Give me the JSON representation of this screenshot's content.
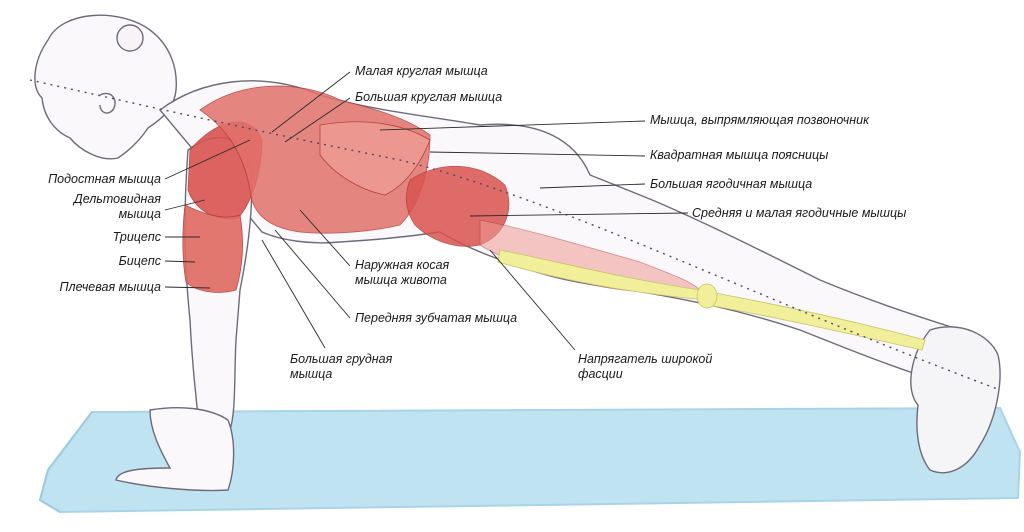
{
  "labels": {
    "teres_minor": "Малая круглая мышца",
    "teres_major": "Большая круглая мышца",
    "erector_spinae": "Мышца, выпрямляющая позвоночник",
    "quadratus_lumborum": "Квадратная мышца поясницы",
    "gluteus_maximus": "Большая ягодичная мышца",
    "gluteus_med_min": "Средняя и малая ягодичные мышцы",
    "infraspinatus": "Подостная мышца",
    "deltoid_1": "Дельтовидная",
    "deltoid_2": "мышца",
    "triceps": "Трицепс",
    "biceps": "Бицепс",
    "brachialis": "Плечевая мышца",
    "ext_oblique_1": "Наружная косая",
    "ext_oblique_2": "мышца живота",
    "serratus": "Передняя зубчатая мышца",
    "pectoralis_1": "Большая грудная",
    "pectoralis_2": "мышца",
    "tfl_1": "Напрягатель широкой",
    "tfl_2": "фасции"
  },
  "colors": {
    "mat": "#bfe3f1",
    "mat_edge": "#a8d4e8",
    "muscle": "#d9534f",
    "muscle_light": "#ee9a93",
    "bone": "#f1ef9a",
    "outline": "#6b6b7a"
  }
}
